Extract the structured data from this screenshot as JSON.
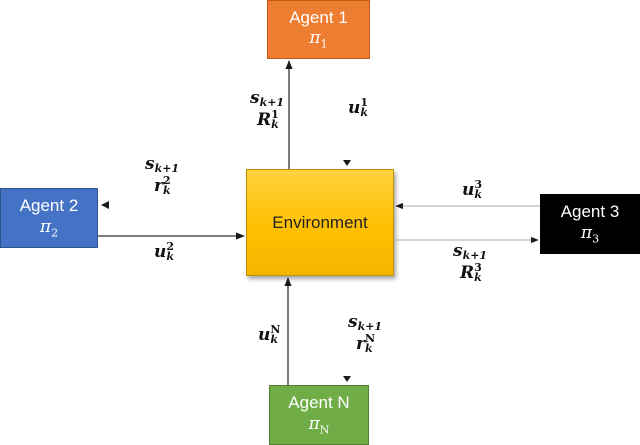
{
  "nodes": {
    "agent1": {
      "label": "Agent 1",
      "policy_symbol": "π",
      "policy_index": "1"
    },
    "agent2": {
      "label": "Agent 2",
      "policy_symbol": "π",
      "policy_index": "2"
    },
    "agent3": {
      "label": "Agent 3",
      "policy_symbol": "π",
      "policy_index": "3"
    },
    "agentN": {
      "label": "Agent N",
      "policy_symbol": "π",
      "policy_index": "N"
    },
    "environment": {
      "label": "Environment"
    }
  },
  "edges": {
    "agent1_state": {
      "symbol": "s",
      "sub": "k+1"
    },
    "agent1_reward": {
      "symbol": "R",
      "sub": "k",
      "sup": "1"
    },
    "agent1_action": {
      "symbol": "u",
      "sub": "k",
      "sup": "1"
    },
    "agent2_state": {
      "symbol": "s",
      "sub": "k+1"
    },
    "agent2_reward": {
      "symbol": "r",
      "sub": "k",
      "sup": "2"
    },
    "agent2_action": {
      "symbol": "u",
      "sub": "k",
      "sup": "2"
    },
    "agent3_action": {
      "symbol": "u",
      "sub": "k",
      "sup": "3"
    },
    "agent3_state": {
      "symbol": "s",
      "sub": "k+1"
    },
    "agent3_reward": {
      "symbol": "R",
      "sub": "k",
      "sup": "3"
    },
    "agentN_action": {
      "symbol": "u",
      "sub": "k",
      "sup": "N"
    },
    "agentN_state": {
      "symbol": "s",
      "sub": "k+1"
    },
    "agentN_reward": {
      "symbol": "r",
      "sub": "k",
      "sup": "N"
    }
  },
  "colors": {
    "agent1": "#ed7d31",
    "agent2": "#4472c4",
    "agent3": "#000000",
    "agentN": "#70ad47",
    "environment": "#ffc000"
  }
}
